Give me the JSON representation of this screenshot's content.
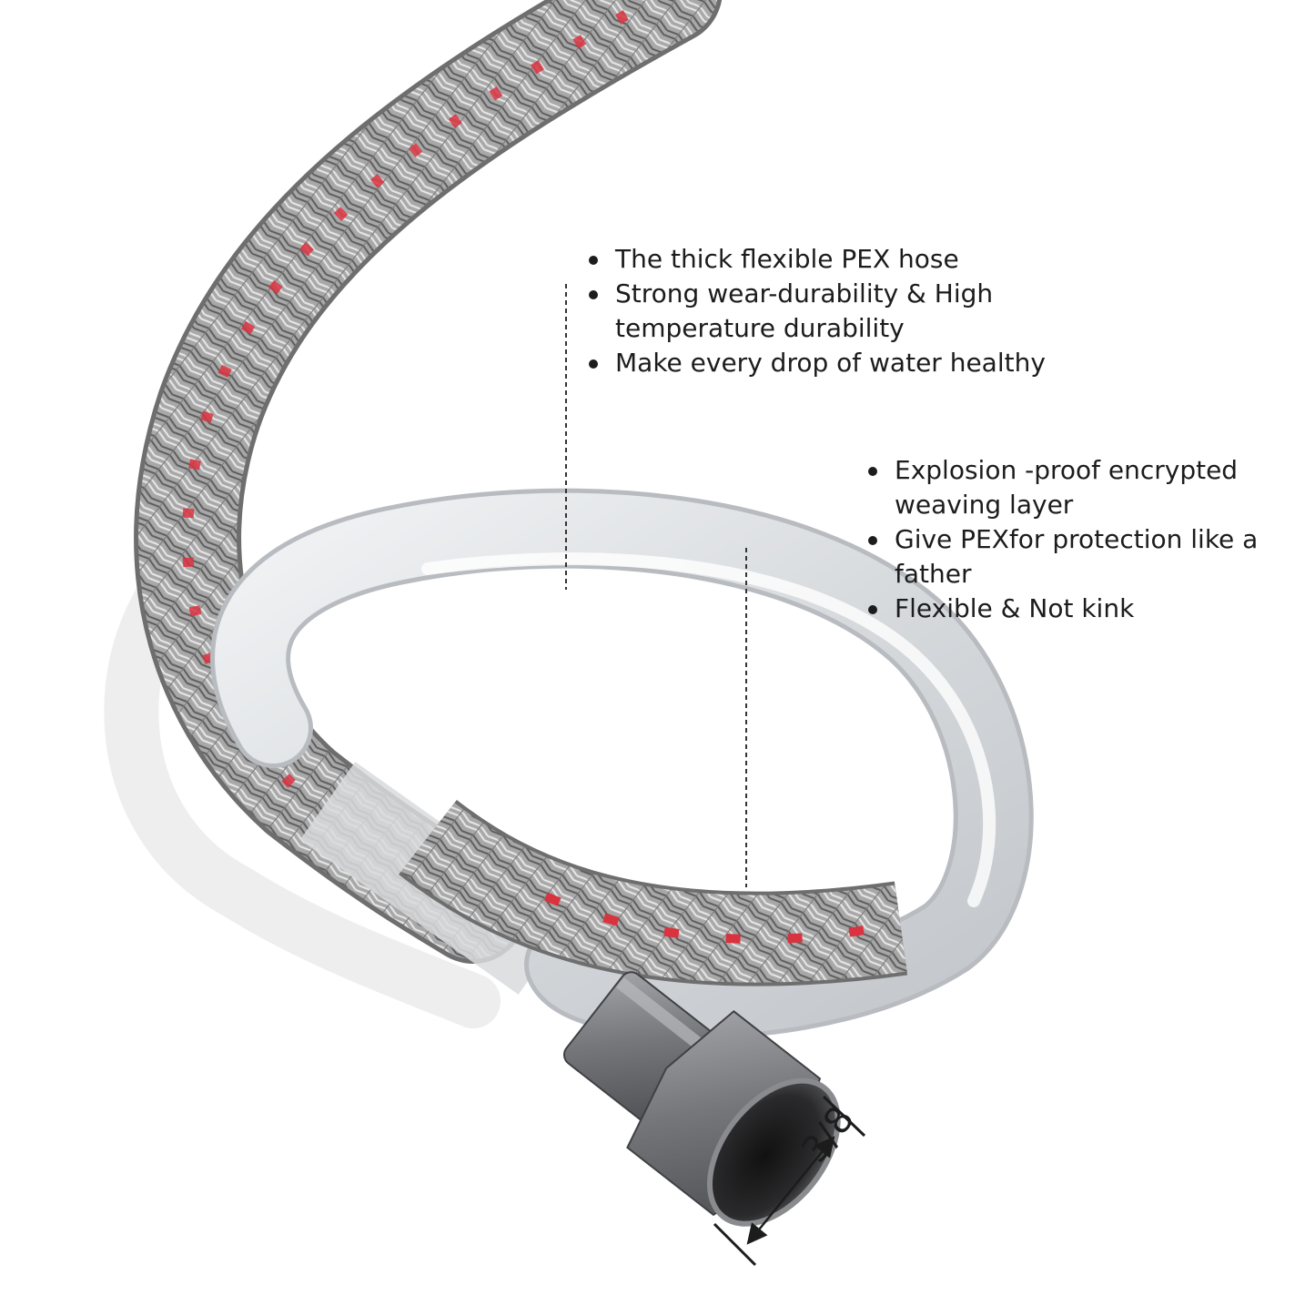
{
  "pex_features": [
    "The thick flexible PEX hose",
    "Strong wear-durability & High temperature durability",
    "Make every drop of water healthy"
  ],
  "braid_features": [
    "Explosion -proof encrypted weaving layer",
    "Give PEXfor protection like a father",
    "Flexible & Not kink"
  ],
  "size_label": "3/8",
  "colors": {
    "background": "#ffffff",
    "braid_steel": "#9a9a9a",
    "braid_red": "#d9333f",
    "pex_tube": "#dcdfe2",
    "fitting": "#6f7073",
    "text": "#1c1c1c"
  }
}
